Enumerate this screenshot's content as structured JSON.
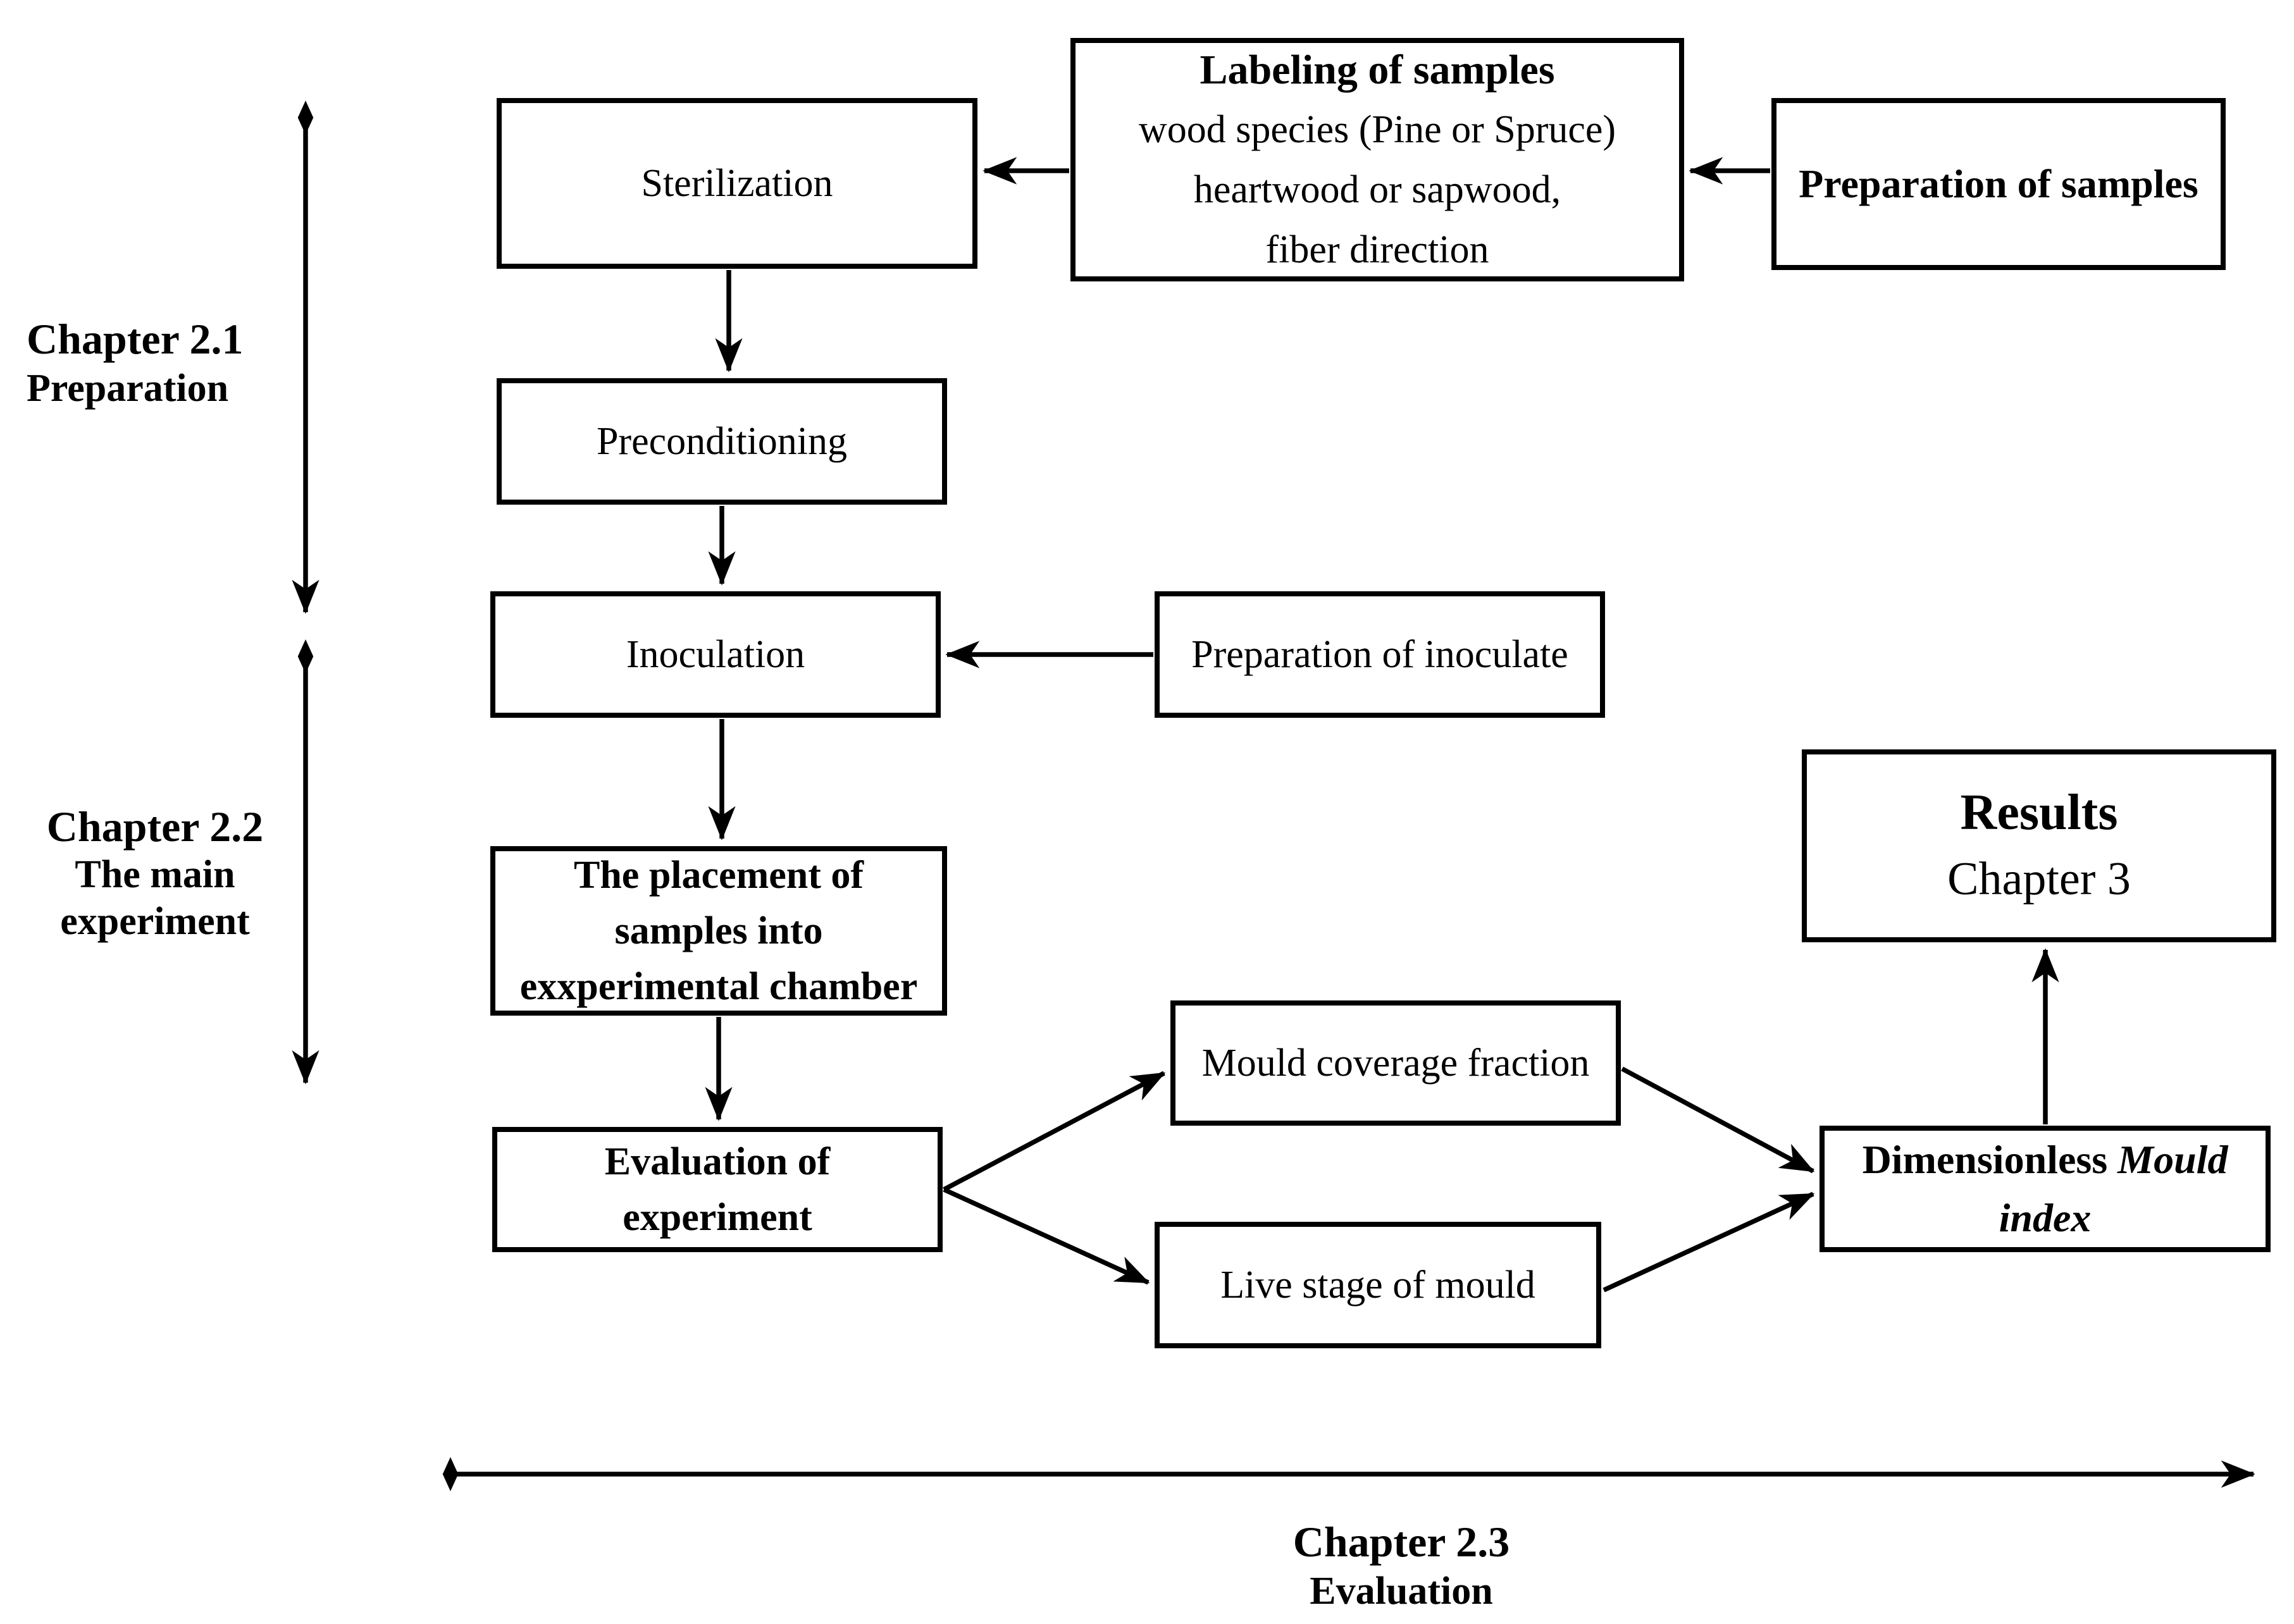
{
  "diagram": {
    "colors": {
      "line": "#000000",
      "background": "#ffffff",
      "box_fill": "#ffffff"
    },
    "chapters": {
      "ch21": {
        "title": "Chapter 2.1",
        "subtitle": "Preparation"
      },
      "ch22": {
        "title": "Chapter 2.2",
        "subtitle_line1": "The main",
        "subtitle_line2": "experiment"
      },
      "ch23": {
        "title": "Chapter 2.3",
        "subtitle": "Evaluation"
      }
    },
    "boxes": {
      "sterilization": {
        "label": "Sterilization"
      },
      "labeling": {
        "title": "Labeling of samples",
        "line1": "wood species (Pine or Spruce)",
        "line2": "heartwood or sapwood,",
        "line3": "fiber direction"
      },
      "preparation_of_samples": {
        "label": "Preparation of samples"
      },
      "preconditioning": {
        "label": "Preconditioning"
      },
      "inoculation": {
        "label": "Inoculation"
      },
      "preparation_of_inoculate": {
        "label": "Preparation of inoculate"
      },
      "placement": {
        "line1": "The placement of",
        "line2": "samples into",
        "line3": "exxperimental chamber"
      },
      "evaluation": {
        "line1": "Evaluation of",
        "line2": "experiment"
      },
      "mould_coverage": {
        "label": "Mould coverage fraction"
      },
      "live_stage": {
        "label": "Live stage of mould"
      },
      "dimensionless": {
        "bold_text": "Dimensionless",
        "italic_text1": "Mould",
        "italic_text2": "index"
      },
      "results": {
        "title": "Results",
        "subtitle": "Chapter 3"
      }
    }
  }
}
